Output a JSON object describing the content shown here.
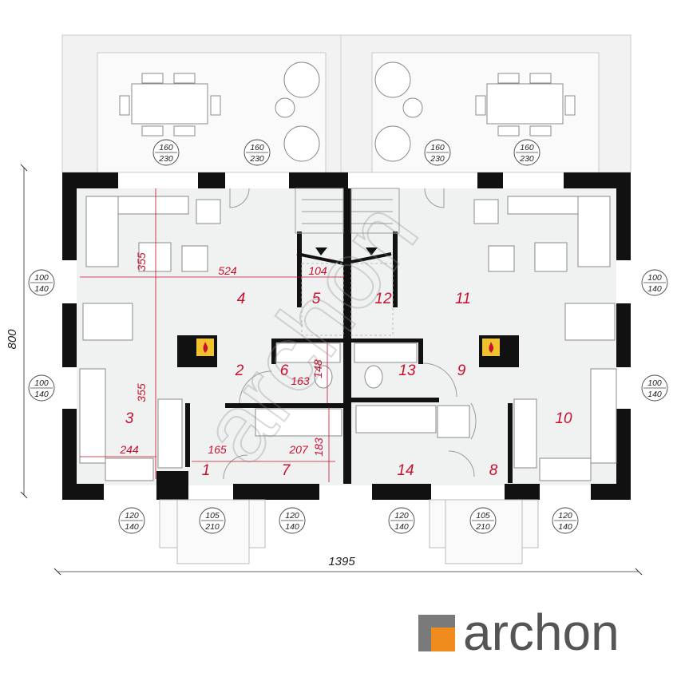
{
  "rooms": [
    {
      "id": "r1",
      "label": "1"
    },
    {
      "id": "r2",
      "label": "2"
    },
    {
      "id": "r3",
      "label": "3"
    },
    {
      "id": "r4",
      "label": "4"
    },
    {
      "id": "r5",
      "label": "5"
    },
    {
      "id": "r6",
      "label": "6"
    },
    {
      "id": "r7",
      "label": "7"
    },
    {
      "id": "r8",
      "label": "8"
    },
    {
      "id": "r9",
      "label": "9"
    },
    {
      "id": "r10",
      "label": "10"
    },
    {
      "id": "r11",
      "label": "11"
    },
    {
      "id": "r12",
      "label": "12"
    },
    {
      "id": "r13",
      "label": "13"
    },
    {
      "id": "r14",
      "label": "14"
    }
  ],
  "dimensions": {
    "d355a": "355",
    "d524": "524",
    "d104": "104",
    "d355b": "355",
    "d148": "148",
    "d163": "163",
    "d244": "244",
    "d165": "165",
    "d207": "207",
    "d183": "183"
  },
  "openings": {
    "top_l1": [
      "160",
      "230"
    ],
    "top_l2": [
      "160",
      "230"
    ],
    "top_r1": [
      "160",
      "230"
    ],
    "top_r2": [
      "160",
      "230"
    ],
    "left_1": [
      "100",
      "140"
    ],
    "left_2": [
      "100",
      "140"
    ],
    "right_1": [
      "100",
      "140"
    ],
    "right_2": [
      "100",
      "140"
    ],
    "bot_1": [
      "120",
      "140"
    ],
    "bot_2": [
      "105",
      "210"
    ],
    "bot_3": [
      "120",
      "140"
    ],
    "bot_4": [
      "120",
      "140"
    ],
    "bot_5": [
      "105",
      "210"
    ],
    "bot_6": [
      "120",
      "140"
    ]
  },
  "overall": {
    "width": "1395",
    "height": "800"
  },
  "brand": {
    "name": "archon",
    "watermark": "archon",
    "logo_dark": "#7a7a7a",
    "logo_accent": "#f08c1e",
    "logo_text_color": "#555555"
  },
  "colors": {
    "floor": "#f0f1f1",
    "wall": "#111111",
    "room_number": "#c8102e",
    "fireplace": "#f2c12e"
  },
  "icons": [
    "fireplace-icon",
    "stairs-icon",
    "sofa-icon",
    "dining-table-icon",
    "armchair-icon"
  ]
}
